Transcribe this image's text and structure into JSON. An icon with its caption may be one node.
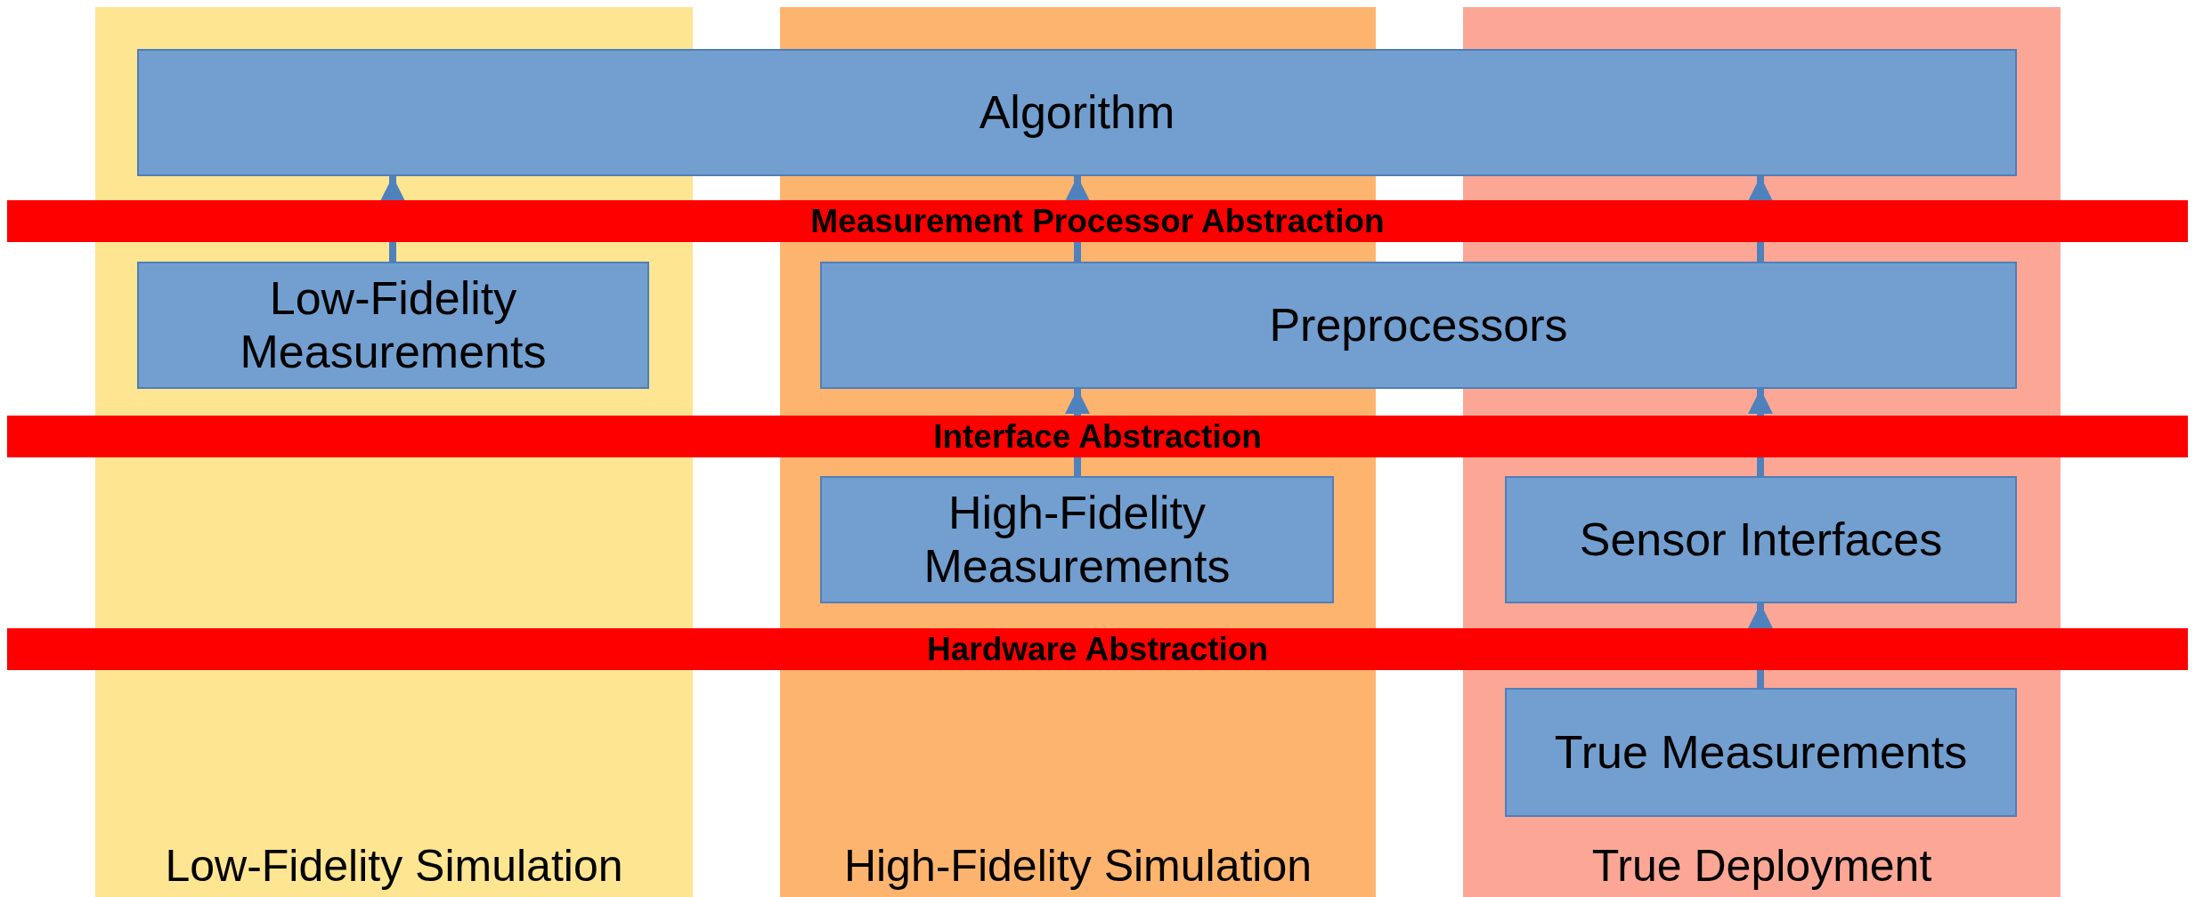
{
  "diagram": {
    "nodes": [
      {
        "text": [
          "Low-Fidelity Simulation"
        ]
      },
      {
        "text": [
          "High-Fidelity Simulation"
        ]
      },
      {
        "text": [
          "True Deployment"
        ]
      },
      {
        "text": [
          "Algorithm"
        ]
      },
      {
        "text": [
          "Low-Fidelity Measurements"
        ],
        "in": 0
      },
      {
        "text": [
          "Preprocessors"
        ]
      },
      {
        "text": [
          "High-Fidelity Measurements"
        ],
        "in": 1
      },
      {
        "text": [
          "Sensor Interfaces"
        ],
        "in": 2
      },
      {
        "text": [
          "True Measurements"
        ],
        "in": 2
      }
    ],
    "edges": [
      {
        "from": 4,
        "to": 3,
        "arrow": "to"
      },
      {
        "from": 5,
        "to": 3,
        "arrow": "to"
      },
      {
        "from": 5,
        "to": 3,
        "arrow": "to"
      },
      {
        "from": 6,
        "to": 5,
        "arrow": "to"
      },
      {
        "from": 7,
        "to": 5,
        "arrow": "to"
      },
      {
        "from": 8,
        "to": 7,
        "arrow": "to"
      }
    ],
    "labels": [
      "Measurement Processor Abstraction",
      "Interface Abstraction",
      "Hardware Abstraction"
    ]
  }
}
